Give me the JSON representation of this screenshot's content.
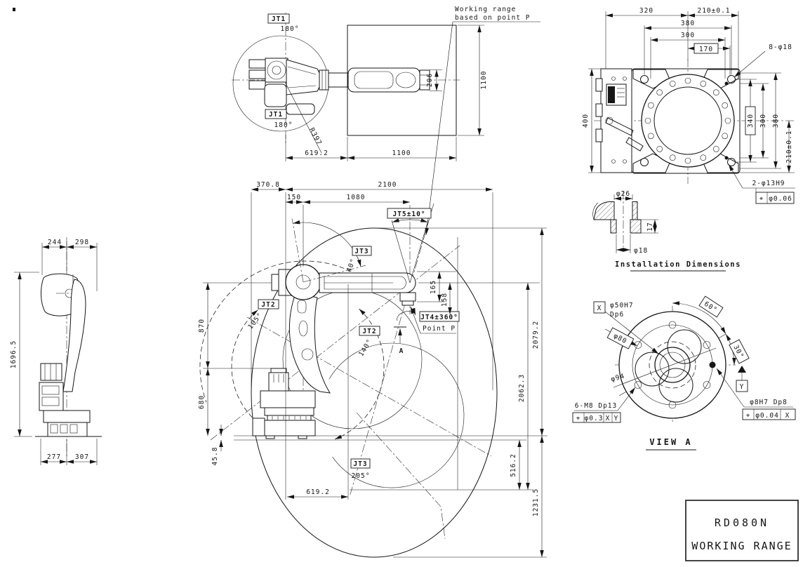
{
  "top_view": {
    "jt1_upper": "JT1",
    "jt1_upper_angle": "180°",
    "jt1_lower": "JT1",
    "jt1_lower_angle": "180°",
    "r397": "R397",
    "dim_206": "206",
    "dim_1100_vertical": "1100",
    "dim_619_2": "619.2",
    "dim_1100_horizontal": "1100"
  },
  "base_view": {
    "dim_320": "320",
    "dim_210_top": "210±0.1",
    "dim_380_top": "380",
    "dim_300_top": "300",
    "dim_170_boxed": "170",
    "callout_8_d18": "8-φ18",
    "dim_400": "400",
    "dim_340_boxed": "340",
    "dim_300_right": "300",
    "dim_380_right": "380",
    "dim_210_right": "210±0.1",
    "callout_2_d13h9": "2-φ13H9",
    "tol_frame": [
      "⌖",
      "φ0.06"
    ]
  },
  "installation_view": {
    "dim_d26": "φ26",
    "dim_17": "17",
    "dim_d18": "φ18",
    "caption": "Installation Dimensions"
  },
  "view_a": {
    "datum_x": "X",
    "callout_d50": "φ50H7",
    "callout_d50_depth": "Dp6",
    "dim_d80_boxed": "φ80",
    "dim_d94": "φ94",
    "angle_60_boxed": "60°",
    "angle_30_boxed": "30°",
    "datum_y": "Y",
    "callout_6_m8": "6-M8 Dp13",
    "tol_frame_m8": [
      "⌖",
      "φ0.3",
      "X",
      "Y"
    ],
    "callout_d8h7": "φ8H7 Dp8",
    "tol_frame_d8": [
      "⌖",
      "φ0.04",
      "X"
    ],
    "caption": "VIEW A"
  },
  "side_view": {
    "dim_244": "244",
    "dim_298": "298",
    "dim_1696_5": "1696.5",
    "dim_277": "277",
    "dim_307": "307"
  },
  "front_view": {
    "note_line1": "Working range",
    "note_line2": "based on point P",
    "dim_370_8": "370.8",
    "dim_2100": "2100",
    "dim_150": "150",
    "dim_1080": "1080",
    "jt5_boxed": "JT5±10°",
    "jt3_upper_boxed": "JT3",
    "jt3_upper_angle": "40°",
    "jt2_left_boxed": "JT2",
    "jt2_left_angle": "105°",
    "jt2_right_boxed": "JT2",
    "jt2_right_angle": "140°",
    "jt4_boxed": "JT4±360°",
    "point_p_label": "Point P",
    "view_a_arrow": "A",
    "dim_165": "165",
    "dim_158": "158",
    "dim_870": "870",
    "dim_680": "680",
    "dim_45_8": "45.8",
    "jt3_lower_boxed": "JT3",
    "jt3_lower_angle": "205°",
    "dim_619_2": "619.2",
    "dim_2079_2": "2079.2",
    "dim_2062_3": "2062.3",
    "dim_516_2": "516.2",
    "dim_1231_5": "1231.5"
  },
  "title_block": {
    "model": "RD080N",
    "drawing_name": "WORKING RANGE"
  }
}
